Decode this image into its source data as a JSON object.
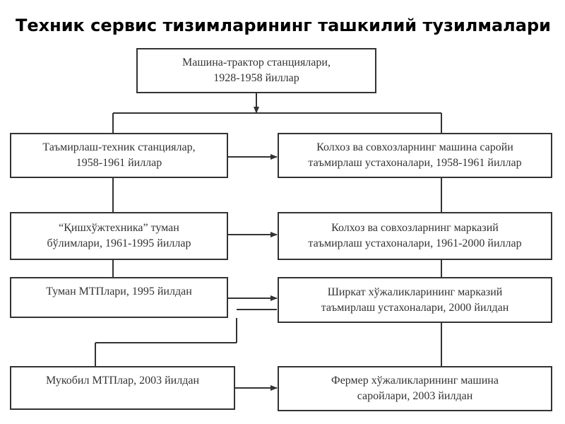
{
  "title": "Техник сервис тизимларининг ташкилий тузилмалари",
  "boxes": {
    "mts": {
      "line1": "Машина-трактор станциялари,",
      "line2": "1928-1958 йиллар"
    },
    "repair_stations": {
      "line1": "Таъмирлаш-техник станциялар,",
      "line2": "1958-1961 йиллар"
    },
    "kolkhoz_garage": {
      "line1": "Колхоз ва совхозларнинг машина саройи",
      "line2": "таъмирлаш устахоналари, 1958-1961 йиллар"
    },
    "kishlokhuzhtekhnika": {
      "line1": "“Қишхўжтехника” туман",
      "line2": "бўлимлари, 1961-1995 йиллар"
    },
    "kolkhoz_central": {
      "line1": "Колхоз ва совхозларнинг марказий",
      "line2": "таъмирлаш устахоналари, 1961-2000 йиллар"
    },
    "district_mtp": {
      "line1": "Туман МТПлари, 1995 йилдан"
    },
    "shirkat_central": {
      "line1": "Ширкат хўжаликларининг марказий",
      "line2": "таъмирлаш устахоналари, 2000 йилдан"
    },
    "alternative_mtp": {
      "line1": "Мукобил МТПлар, 2003 йилдан"
    },
    "farmer_garage": {
      "line1": "Фермер хўжаликларининг машина",
      "line2": "саройлари, 2003 йилдан"
    }
  }
}
